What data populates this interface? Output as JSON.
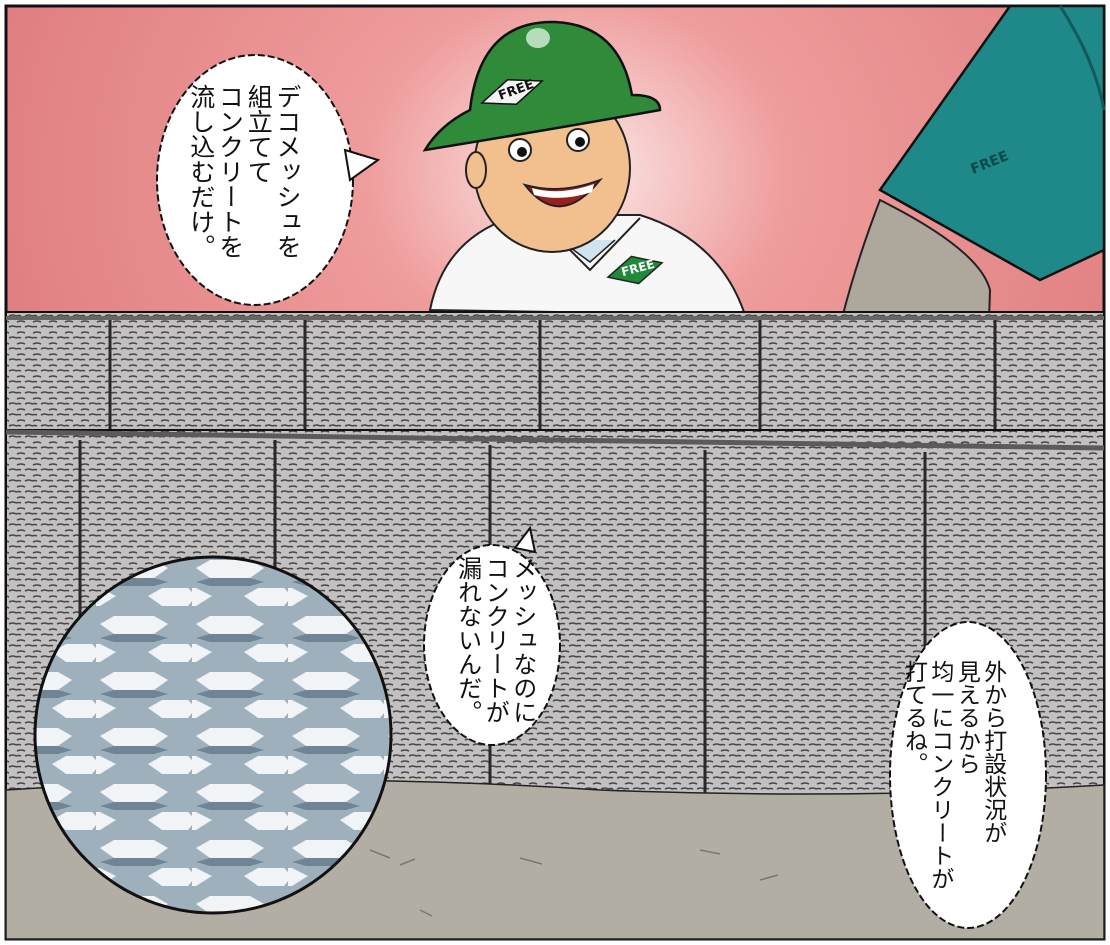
{
  "panel": {
    "character": {
      "helmet_badge": "FREE",
      "shirt_badge": "FREE"
    },
    "bucket_label": "FREE",
    "speech_bubbles": [
      {
        "id": "b1",
        "text": "デコメッシュを\n組立てて\nコンクリートを\n流し込むだけ。"
      },
      {
        "id": "b2",
        "text": "メッシュなのに\nコンクリートが\n漏れないんだ。"
      },
      {
        "id": "b3",
        "text": "外から打設状況が\n見えるから\n均一にコンクリートが\n打てるね。"
      }
    ],
    "colors": {
      "background": "#e58585",
      "helmet": "#2f8a3a",
      "bucket": "#1f8888",
      "mesh": "#bfbcbd",
      "concrete": "#b3aea4"
    }
  }
}
